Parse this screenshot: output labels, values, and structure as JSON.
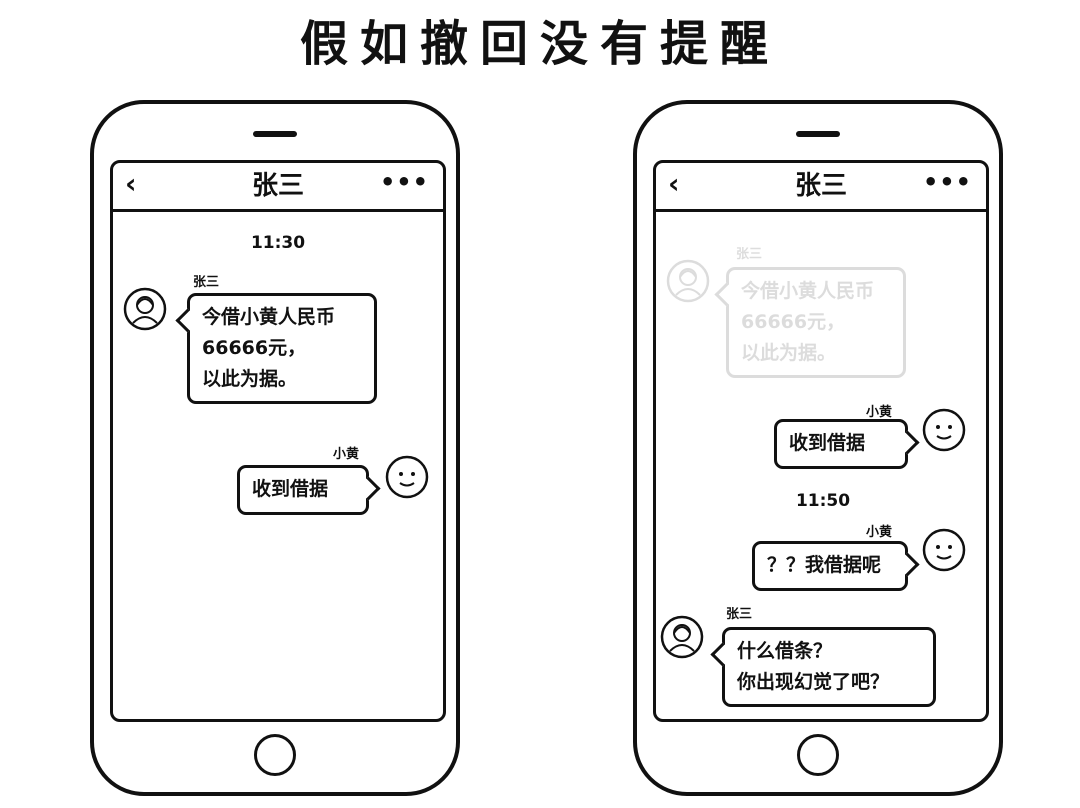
{
  "page": {
    "title": "假如撤回没有提醒"
  },
  "left_phone": {
    "contact_name": "张三",
    "back_icon": "‹",
    "more_icon": "•••",
    "time_1": "11:30",
    "msg1": {
      "sender": "张三",
      "text": "今借小黄人民币\n66666元，\n以此为据。"
    },
    "msg2": {
      "sender": "小黄",
      "text": "收到借据"
    }
  },
  "right_phone": {
    "contact_name": "张三",
    "back_icon": "‹",
    "more_icon": "•••",
    "msg1_recalled": {
      "sender": "张三",
      "text": "今借小黄人民币\n66666元，\n以此为据。"
    },
    "msg2": {
      "sender": "小黄",
      "text": "收到借据"
    },
    "time_2": "11:50",
    "msg3": {
      "sender": "小黄",
      "text": "？？我借据呢"
    },
    "msg4": {
      "sender": "张三",
      "text": "什么借条？\n你出现幻觉了吧？"
    }
  },
  "icons": {
    "back": "chevron-left-icon",
    "more": "more-dots-icon",
    "avatar_zhangsan": "person-avatar-icon",
    "avatar_xiaohuang": "smiley-face-icon"
  },
  "colors": {
    "line": "#111111",
    "background": "#ffffff"
  }
}
